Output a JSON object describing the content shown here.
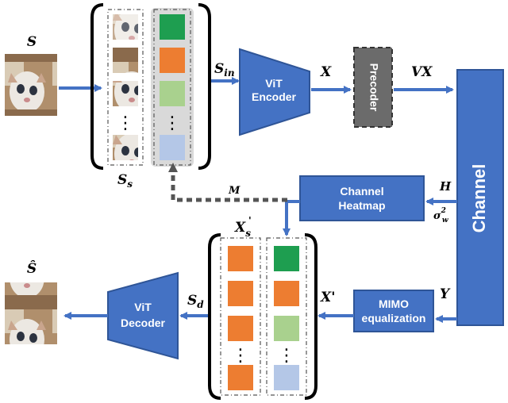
{
  "labels": {
    "input_image": "S",
    "split_patches": "S",
    "split_patches_sub": "s",
    "encoder_input": "S",
    "encoder_input_sub": "in",
    "encoder_output": "X",
    "precoded": "VX",
    "channel_state": "H",
    "noise_sigma": "σ",
    "noise_sup": "2",
    "noise_sub": "w",
    "mask": "M",
    "channel_output": "Y",
    "equalized": "X'",
    "selected_patches": "X",
    "selected_patches_sub": "s",
    "selected_patches_prime": "'",
    "decoder_input": "S",
    "decoder_input_sub": "d",
    "output_image": "Ŝ",
    "dots": "⋮"
  },
  "blocks": {
    "vit_encoder_line1": "ViT",
    "vit_encoder_line2": "Encoder",
    "precoder": "Precoder",
    "channel": "Channel",
    "heatmap_line1": "Channel",
    "heatmap_line2": "Heatmap",
    "mimo_line1": "MIMO",
    "mimo_line2": "equalization",
    "vit_decoder_line1": "ViT",
    "vit_decoder_line2": "Decoder"
  },
  "colors": {
    "block_blue": "#4472c4",
    "block_border": "#2f5597",
    "arrow_blue": "#4472c4",
    "precoder_gray": "#6b6b6b",
    "mask_arrow": "#555555",
    "patch_green_dark": "#1e9e50",
    "patch_orange": "#ed7d31",
    "patch_green_light": "#a9d18e",
    "patch_blue_light": "#b4c7e7",
    "panel_gray": "#d9d9d9"
  }
}
